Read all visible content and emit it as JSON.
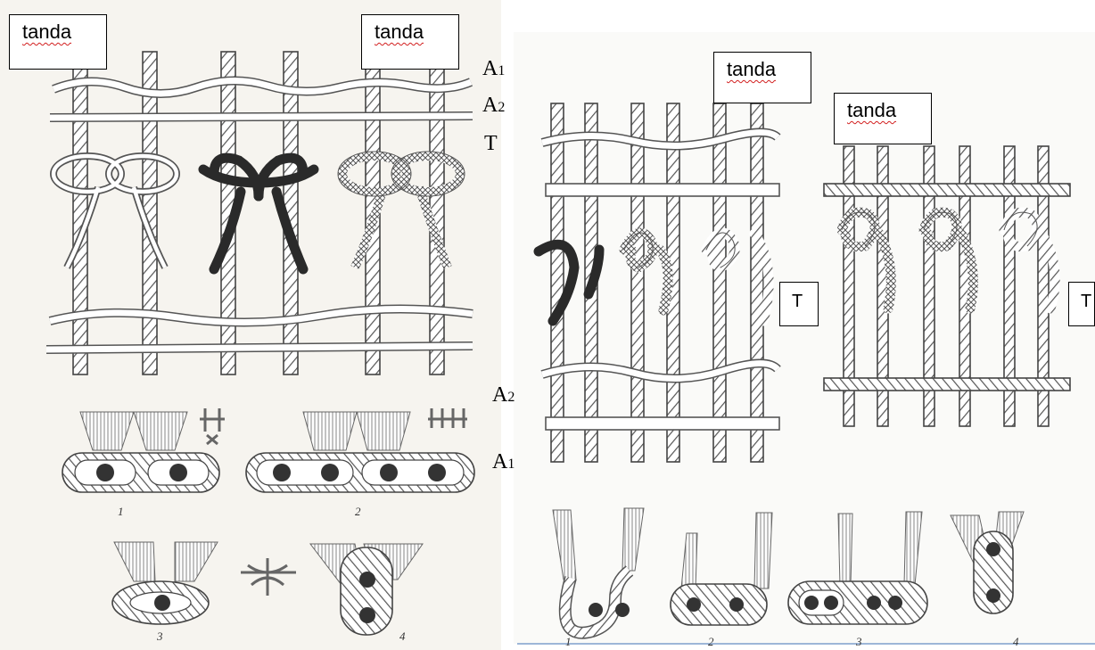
{
  "labels": {
    "tanda": "tanda",
    "rows": {
      "a1_main": "A",
      "a1_sub": "1",
      "a2_main": "A",
      "a2_sub": "2",
      "t": "T"
    },
    "knot_t": "T"
  },
  "figure_numbers": {
    "left_1": "1",
    "left_2": "2",
    "left_3": "3",
    "left_4": "4",
    "right_1": "1",
    "right_2": "2",
    "right_3": "3",
    "right_4": "4"
  },
  "colors": {
    "yarn_outline": "#4a4a4a",
    "dark_knot": "#2a2a2a",
    "paper": "#f6f4ef"
  }
}
